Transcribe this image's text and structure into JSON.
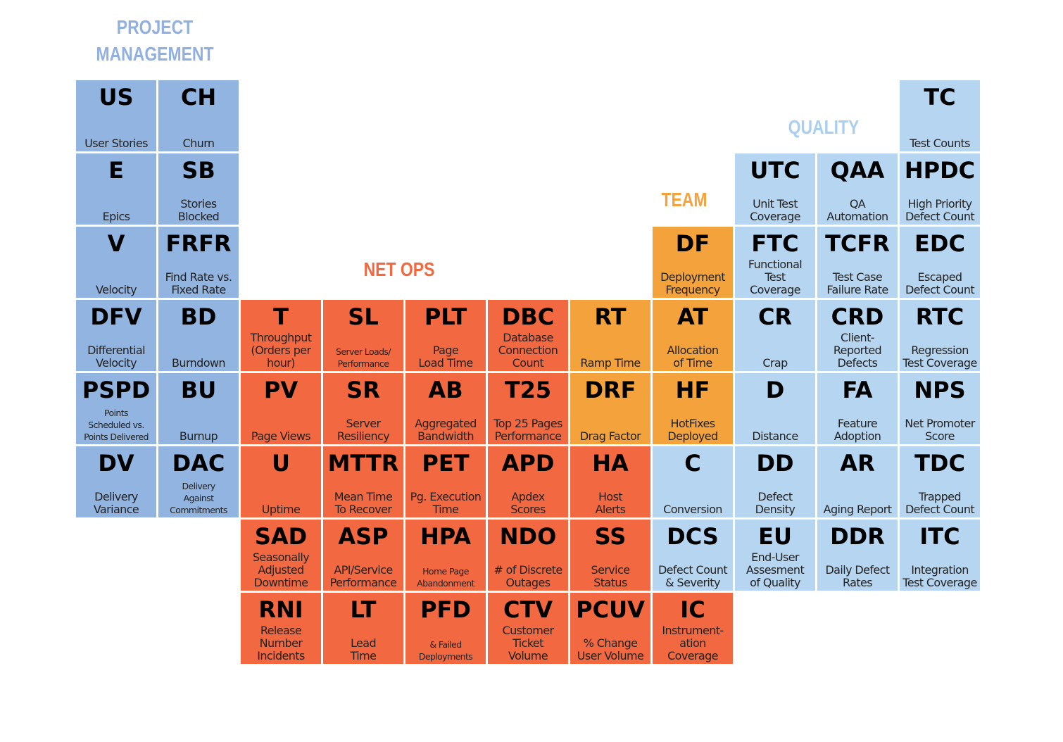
{
  "headings": {
    "project_management": "PROJECT\nMANAGEMENT",
    "quality": "QUALITY",
    "team": "TEAM",
    "net_ops": "NET OPS"
  },
  "colors": {
    "project_management": "#92b4e0",
    "quality": "#b6d5f1",
    "net_ops": "#f26840",
    "team": "#f4a23c",
    "pm_heading": "#8fb0e0",
    "quality_heading": "#a9cff0"
  },
  "cells": [
    {
      "group": "pm",
      "symbol": "US",
      "desc": "User Stories"
    },
    {
      "group": "pm",
      "symbol": "CH",
      "desc": "Churn"
    },
    {
      "group": "pm",
      "symbol": "E",
      "desc": "Epics"
    },
    {
      "group": "pm",
      "symbol": "SB",
      "desc": "Stories\nBlocked"
    },
    {
      "group": "pm",
      "symbol": "V",
      "desc": "Velocity"
    },
    {
      "group": "pm",
      "symbol": "FRFR",
      "desc": "Find Rate vs.\nFixed Rate"
    },
    {
      "group": "pm",
      "symbol": "DFV",
      "desc": "Differential\nVelocity"
    },
    {
      "group": "pm",
      "symbol": "BD",
      "desc": "Burndown"
    },
    {
      "group": "pm",
      "symbol": "PSPD",
      "desc": "Points\nScheduled vs.\nPoints Delivered",
      "small": true
    },
    {
      "group": "pm",
      "symbol": "BU",
      "desc": "Burnup"
    },
    {
      "group": "pm",
      "symbol": "DV",
      "desc": "Delivery\nVariance"
    },
    {
      "group": "pm",
      "symbol": "DAC",
      "desc": "Delivery\nAgainst\nCommitments",
      "small": true
    },
    {
      "group": "netops",
      "symbol": "T",
      "desc": "Throughput\n(Orders per\nhour)"
    },
    {
      "group": "netops",
      "symbol": "SL",
      "desc": "Server Loads/\nPerformance",
      "small": true
    },
    {
      "group": "netops",
      "symbol": "PLT",
      "desc": "Page\nLoad Time"
    },
    {
      "group": "netops",
      "symbol": "DBC",
      "desc": "Database\nConnection\nCount"
    },
    {
      "group": "netops",
      "symbol": "PV",
      "desc": "Page Views"
    },
    {
      "group": "netops",
      "symbol": "SR",
      "desc": "Server\nResiliency"
    },
    {
      "group": "netops",
      "symbol": "AB",
      "desc": "Aggregated\nBandwidth"
    },
    {
      "group": "netops",
      "symbol": "T25",
      "desc": "Top 25 Pages\nPerformance"
    },
    {
      "group": "netops",
      "symbol": "U",
      "desc": "Uptime"
    },
    {
      "group": "netops",
      "symbol": "MTTR",
      "desc": "Mean Time\nTo Recover"
    },
    {
      "group": "netops",
      "symbol": "PET",
      "desc": "Pg. Execution\nTime"
    },
    {
      "group": "netops",
      "symbol": "APD",
      "desc": "Apdex\nScores"
    },
    {
      "group": "netops",
      "symbol": "HA",
      "desc": "Host\nAlerts"
    },
    {
      "group": "netops",
      "symbol": "SAD",
      "desc": "Seasonally\nAdjusted\nDowntime"
    },
    {
      "group": "netops",
      "symbol": "ASP",
      "desc": "API/Service\nPerformance"
    },
    {
      "group": "netops",
      "symbol": "HPA",
      "desc": "Home Page\nAbandonment",
      "small": true
    },
    {
      "group": "netops",
      "symbol": "NDO",
      "desc": "# of Discrete\nOutages"
    },
    {
      "group": "netops",
      "symbol": "SS",
      "desc": "Service\nStatus"
    },
    {
      "group": "netops",
      "symbol": "RNI",
      "desc": "Release\nNumber\nIncidents"
    },
    {
      "group": "netops",
      "symbol": "LT",
      "desc": "Lead\nTime"
    },
    {
      "group": "netops",
      "symbol": "PFD",
      "desc": "& Failed\nDeployments",
      "small": true
    },
    {
      "group": "netops",
      "symbol": "CTV",
      "desc": "Customer\nTicket\nVolume"
    },
    {
      "group": "netops",
      "symbol": "PCUV",
      "desc": "% Change\nUser Volume"
    },
    {
      "group": "netops",
      "symbol": "IC",
      "desc": "Instrument-\nation\nCoverage"
    },
    {
      "group": "team",
      "symbol": "RT",
      "desc": "Ramp Time"
    },
    {
      "group": "team",
      "symbol": "DRF",
      "desc": "Drag Factor"
    },
    {
      "group": "team",
      "symbol": "DF",
      "desc": "Deployment\nFrequency"
    },
    {
      "group": "team",
      "symbol": "AT",
      "desc": "Allocation\nof Time"
    },
    {
      "group": "team",
      "symbol": "HF",
      "desc": "HotFixes\nDeployed"
    },
    {
      "group": "quality",
      "symbol": "TC",
      "desc": "Test Counts"
    },
    {
      "group": "quality",
      "symbol": "UTC",
      "desc": "Unit Test\nCoverage"
    },
    {
      "group": "quality",
      "symbol": "QAA",
      "desc": "QA\nAutomation"
    },
    {
      "group": "quality",
      "symbol": "HPDC",
      "desc": "High Priority\nDefect Count"
    },
    {
      "group": "quality",
      "symbol": "FTC",
      "desc": "Functional\nTest\nCoverage"
    },
    {
      "group": "quality",
      "symbol": "TCFR",
      "desc": "Test Case\nFailure Rate"
    },
    {
      "group": "quality",
      "symbol": "EDC",
      "desc": "Escaped\nDefect Count"
    },
    {
      "group": "quality",
      "symbol": "CR",
      "desc": "Crap"
    },
    {
      "group": "quality",
      "symbol": "CRD",
      "desc": "Client-\nReported\nDefects"
    },
    {
      "group": "quality",
      "symbol": "RTC",
      "desc": "Regression\nTest Coverage"
    },
    {
      "group": "quality",
      "symbol": "D",
      "desc": "Distance"
    },
    {
      "group": "quality",
      "symbol": "FA",
      "desc": "Feature\nAdoption"
    },
    {
      "group": "quality",
      "symbol": "NPS",
      "desc": "Net Promoter\nScore"
    },
    {
      "group": "quality",
      "symbol": "C",
      "desc": "Conversion"
    },
    {
      "group": "quality",
      "symbol": "DD",
      "desc": "Defect\nDensity"
    },
    {
      "group": "quality",
      "symbol": "AR",
      "desc": "Aging Report"
    },
    {
      "group": "quality",
      "symbol": "TDC",
      "desc": "Trapped\nDefect Count"
    },
    {
      "group": "quality",
      "symbol": "DCS",
      "desc": "Defect Count\n& Severity"
    },
    {
      "group": "quality",
      "symbol": "EU",
      "desc": "End-User\nAssesment\nof Quality"
    },
    {
      "group": "quality",
      "symbol": "DDR",
      "desc": "Daily Defect\nRates"
    },
    {
      "group": "quality",
      "symbol": "ITC",
      "desc": "Integration\nTest Coverage"
    }
  ]
}
